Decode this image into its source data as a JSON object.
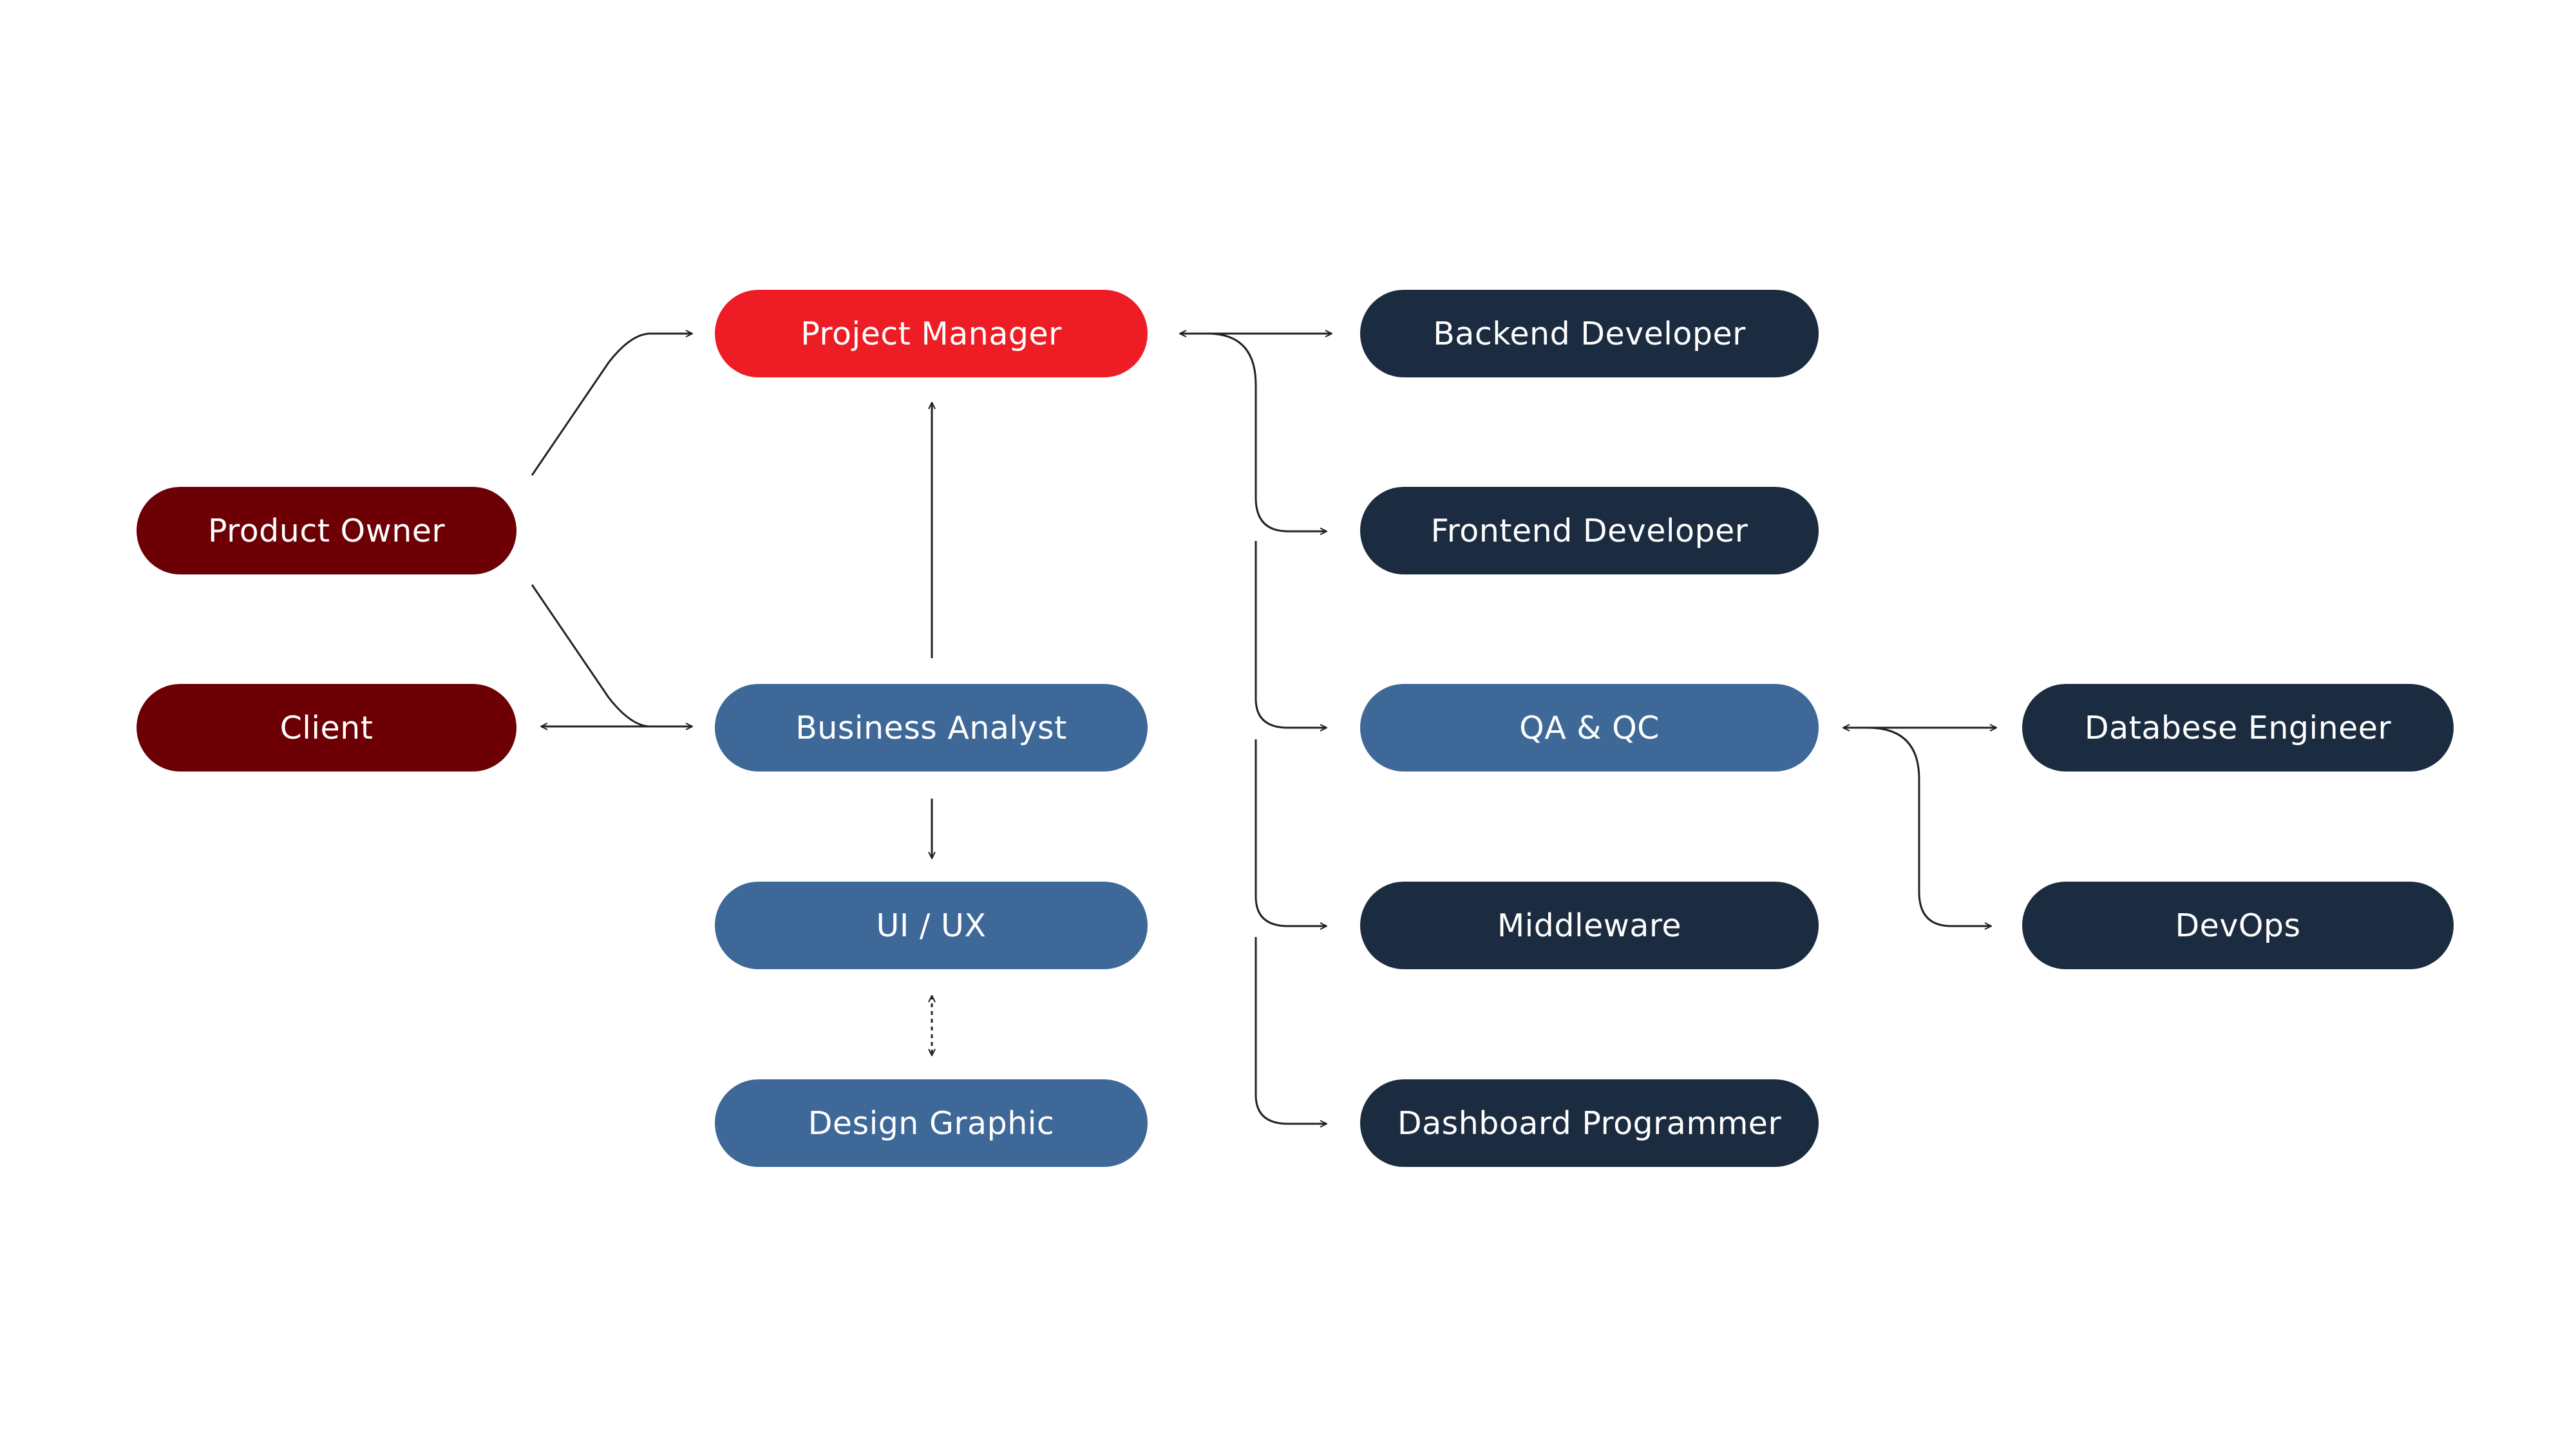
{
  "colors": {
    "dark_red": "#6c0004",
    "bright_red": "#ee1c25",
    "steel_blue": "#3d6897",
    "navy": "#1b2b40",
    "connector": "#222222"
  },
  "nodes": {
    "product_owner": {
      "label": "Product Owner",
      "color": "dark_red"
    },
    "client": {
      "label": "Client",
      "color": "dark_red"
    },
    "project_manager": {
      "label": "Project Manager",
      "color": "bright_red"
    },
    "business_analyst": {
      "label": "Business Analyst",
      "color": "steel_blue"
    },
    "ui_ux": {
      "label": "UI / UX",
      "color": "steel_blue"
    },
    "design_graphic": {
      "label": "Design Graphic",
      "color": "steel_blue"
    },
    "backend_developer": {
      "label": "Backend Developer",
      "color": "navy"
    },
    "frontend_developer": {
      "label": "Frontend Developer",
      "color": "navy"
    },
    "qa_qc": {
      "label": "QA & QC",
      "color": "steel_blue"
    },
    "middleware": {
      "label": "Middleware",
      "color": "navy"
    },
    "dashboard_programmer": {
      "label": "Dashboard Programmer",
      "color": "navy"
    },
    "database_engineer": {
      "label": "Databese Engineer",
      "color": "navy"
    },
    "devops": {
      "label": "DevOps",
      "color": "navy"
    }
  },
  "connections": [
    {
      "from": "product_owner",
      "to": "project_manager",
      "style": "arrow"
    },
    {
      "from": "product_owner",
      "to": "business_analyst",
      "style": "arrow"
    },
    {
      "from": "client",
      "to": "business_analyst",
      "style": "double-arrow"
    },
    {
      "from": "business_analyst",
      "to": "project_manager",
      "style": "arrow"
    },
    {
      "from": "business_analyst",
      "to": "ui_ux",
      "style": "arrow"
    },
    {
      "from": "ui_ux",
      "to": "design_graphic",
      "style": "dotted-double-arrow"
    },
    {
      "from": "project_manager",
      "to": "backend_developer",
      "style": "double-arrow"
    },
    {
      "from": "project_manager",
      "to": "frontend_developer",
      "style": "arrow"
    },
    {
      "from": "project_manager",
      "to": "qa_qc",
      "style": "arrow"
    },
    {
      "from": "project_manager",
      "to": "middleware",
      "style": "arrow"
    },
    {
      "from": "project_manager",
      "to": "dashboard_programmer",
      "style": "arrow"
    },
    {
      "from": "qa_qc",
      "to": "database_engineer",
      "style": "double-arrow"
    },
    {
      "from": "qa_qc",
      "to": "devops",
      "style": "arrow"
    }
  ]
}
